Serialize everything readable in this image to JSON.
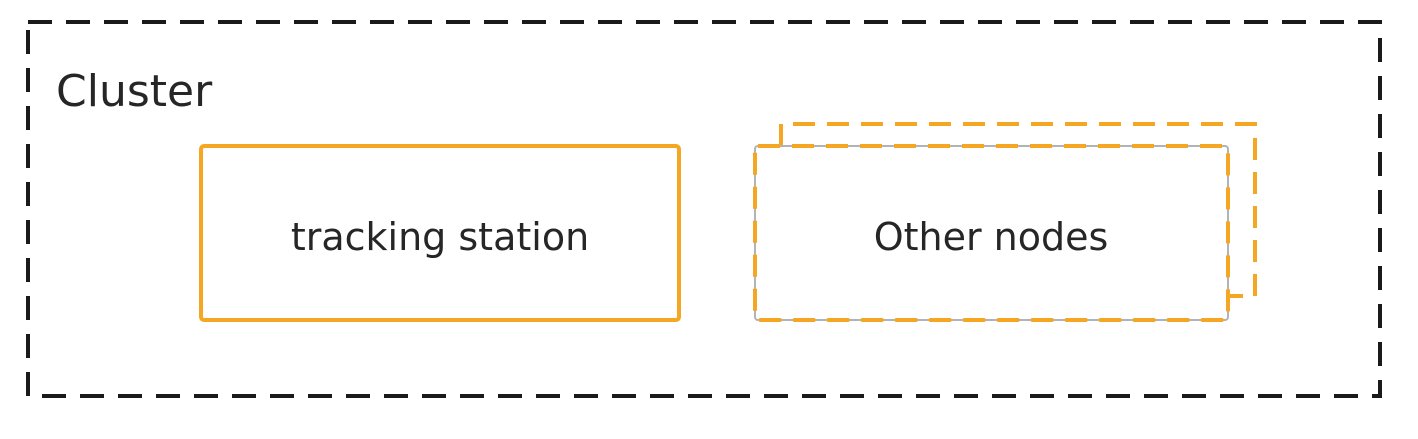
{
  "diagram": {
    "cluster": {
      "label": "Cluster",
      "border_color": "#1a1a1a"
    },
    "nodes": [
      {
        "id": "tracking-station",
        "label": "tracking station",
        "border_color": "#f5a623",
        "style": "solid"
      },
      {
        "id": "other-nodes",
        "label": "Other nodes",
        "border_color": "#f5a623",
        "inner_border_color": "#b3b3b3",
        "style": "dashed-stacked"
      }
    ],
    "text_color": "#262626"
  }
}
